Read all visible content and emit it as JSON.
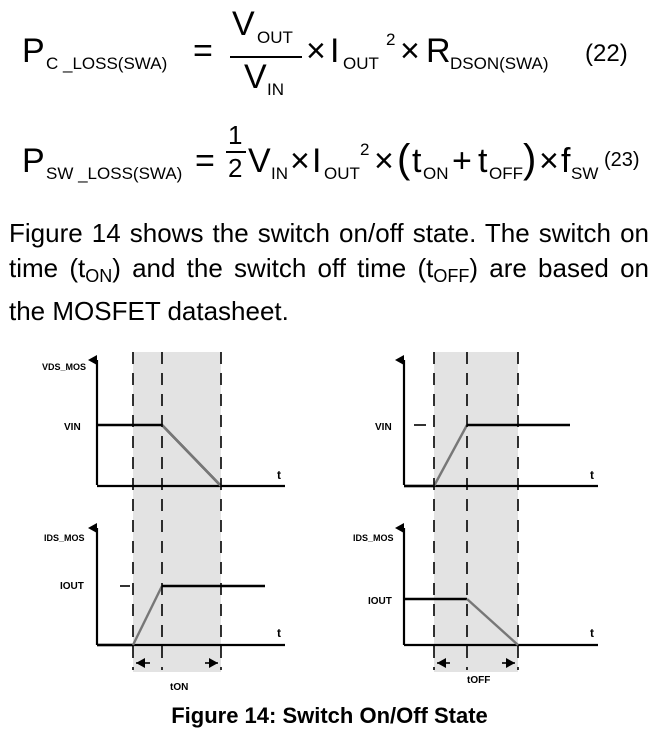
{
  "eq22": {
    "lhs_main": "P",
    "lhs_sub": "C _LOSS(SWA)",
    "equals": "=",
    "num_main": "V",
    "num_sub": "OUT",
    "den_main": "V",
    "den_sub": "IN",
    "times1": "×",
    "i_main": "I",
    "i_sub": "OUT",
    "i_sup": "2",
    "times2": "×",
    "r_main": "R",
    "r_sub": "DSON(SWA)",
    "number": "(22)"
  },
  "eq23": {
    "lhs_main": "P",
    "lhs_sub": "SW _LOSS(SWA)",
    "equals": "=",
    "frac_num": "1",
    "frac_den": "2",
    "v_main": "V",
    "v_sub": "IN",
    "times1": "×",
    "i_main": "I",
    "i_sub": "OUT",
    "i_sup": "2",
    "times2": "×",
    "paren_open": "(",
    "ton_main": "t",
    "ton_sub": "ON",
    "plus": "+",
    "toff_main": "t",
    "toff_sub": "OFF",
    "paren_close": ")",
    "times3": "×",
    "f_main": "f",
    "f_sub": "SW",
    "number": "(23)"
  },
  "paragraph": {
    "part1": "Figure 14 shows the switch on/off state. The switch on time (t",
    "sub1": "ON",
    "part2": ") and the switch off time (t",
    "sub2": "OFF",
    "part3": ") are based on the MOSFET datasheet."
  },
  "figure": {
    "left_top_ylabel": "VDS_MOS",
    "left_top_level": "VIN",
    "left_top_t": "t",
    "left_bot_ylabel": "IDS_MOS",
    "left_bot_level": "IOUT",
    "left_bot_t": "t",
    "left_interval": "tON",
    "right_top_level": "VIN",
    "right_top_t": "t",
    "right_bot_ylabel": "IDS_MOS",
    "right_bot_level": "IOUT",
    "right_bot_t": "t",
    "right_interval": "tOFF"
  },
  "caption": "Figure 14: Switch On/Off State"
}
